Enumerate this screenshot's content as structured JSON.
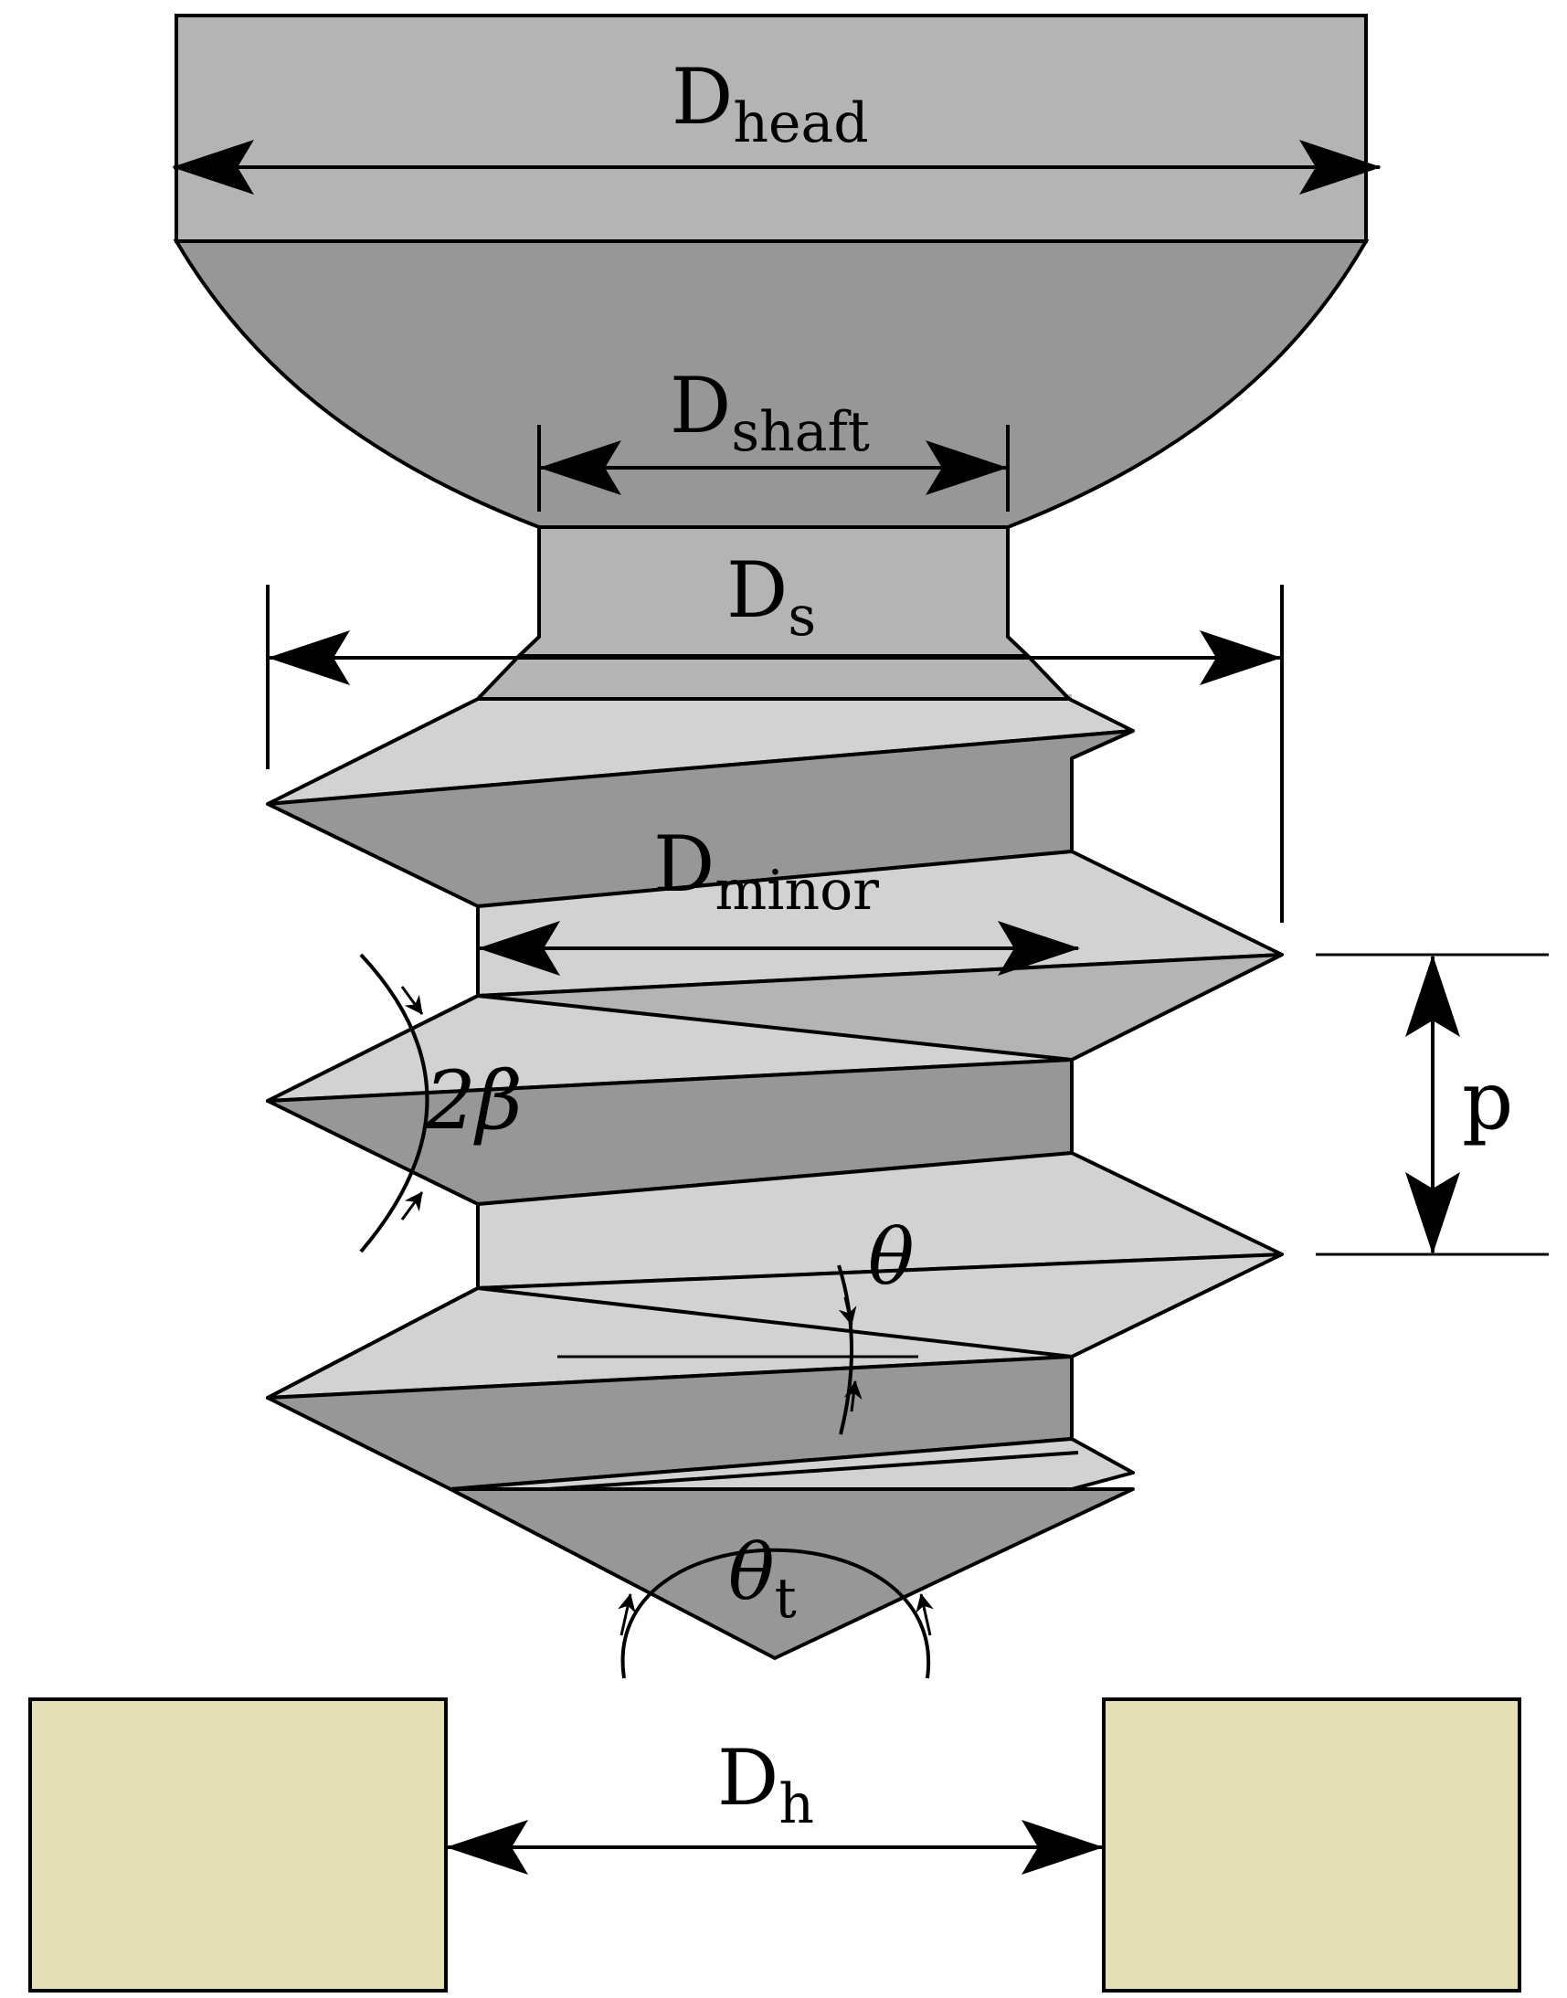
{
  "labels": {
    "d_head": {
      "main": "D",
      "sub": "head"
    },
    "d_shaft": {
      "main": "D",
      "sub": "shaft"
    },
    "d_s": {
      "main": "D",
      "sub": "s"
    },
    "d_minor": {
      "main": "D",
      "sub": "minor"
    },
    "two_beta": "2β",
    "p": "p",
    "theta": "θ",
    "theta_t": {
      "main": "θ",
      "sub": "t"
    },
    "d_h": {
      "main": "D",
      "sub": "h"
    }
  },
  "colors": {
    "head_top": "#b4b4b4",
    "head_bottom": "#979797",
    "shaft": "#b4b4b4",
    "thread_light": "#d2d2d2",
    "thread_dark": "#979797",
    "core": "#b4b4b4",
    "hole_block": "#e3e0b5",
    "stroke": "#000000"
  }
}
